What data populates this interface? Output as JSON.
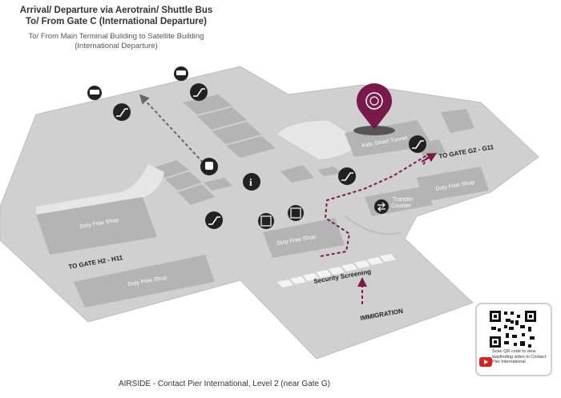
{
  "header": {
    "title_line1": "Arrival/ Departure via Aerotrain/ Shuttle Bus",
    "title_line2": "To/ From Gate C (International Departure)",
    "sub_line1": "To/ From Main Terminal Building to Satellite Building",
    "sub_line2": "(International Departure)"
  },
  "map": {
    "labels": {
      "kids_tunnel": "Kids Smart Tunnel",
      "duty_free_left": "Duty Free Shop",
      "duty_free_bottom": "Duty Free Shop",
      "duty_free_center": "Duty Free Shop",
      "duty_free_right": "Duty Free Shop",
      "transfer_line1": "Transfer",
      "transfer_line2": "Counter",
      "gate_g": "TO GATE G2 - G11",
      "gate_h": "TO GATE H2 - H11",
      "security": "Security Screening",
      "immigration": "IMMIGRATION"
    },
    "icons": [
      "shuttle-bus-icon",
      "aerotrain-icon",
      "escalator-icon",
      "train-icon",
      "information-icon",
      "elevator-icon",
      "transfer-icon",
      "location-pin-icon"
    ],
    "colors": {
      "route": "#7a1a4b",
      "pin": "#7a1a4b",
      "floor": "#cfcfcf",
      "shop": "#b3b3b3"
    }
  },
  "qr": {
    "caption": "Scan QR code to view wayfinding video to Contact Pier International."
  },
  "footer": {
    "text": "AIRSIDE - Contact Pier International, Level 2 (near Gate G)"
  }
}
